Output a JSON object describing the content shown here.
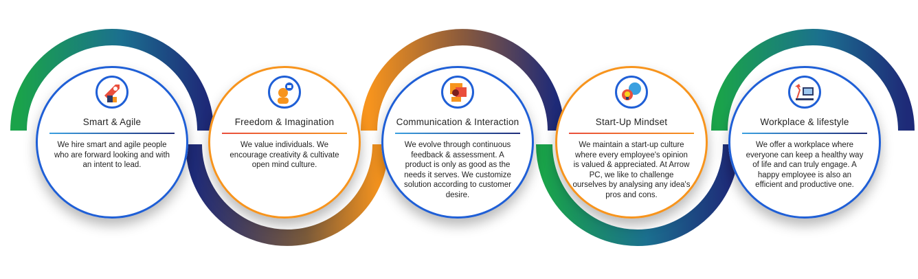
{
  "cards": [
    {
      "title": "Smart & Agile",
      "description": "We hire smart and agile people who are forward looking and with an intent to lead.",
      "icon": "rocket-icon"
    },
    {
      "title": "Freedom & Imagination",
      "description": "We value individuals. We encourage creativity & cultivate open mind culture.",
      "icon": "person-idea-icon"
    },
    {
      "title": "Communication & Interaction",
      "description": "We evolve through continuous feedback & assessment. A product is only as good as the needs it serves. We customize solution according to customer desire.",
      "icon": "chat-icon"
    },
    {
      "title": "Start-Up Mindset",
      "description": "We maintain a start-up culture where every employee's opinion is valued & appreciated. At Arrow PC, we like to challenge ourselves by analysing any idea's pros and cons.",
      "icon": "lightbulb-chat-icon"
    },
    {
      "title": "Workplace & lifestyle",
      "description": "We offer a workplace where everyone can keep a healthy way of life and can truly engage. A happy employee is also an efficient and productive one.",
      "icon": "desk-lamp-icon"
    }
  ],
  "colors": {
    "green": "#1aa34a",
    "navy": "#1e2a78",
    "orange": "#f7941d",
    "blue": "#1f5fd6",
    "rose": "#e94e3c"
  }
}
